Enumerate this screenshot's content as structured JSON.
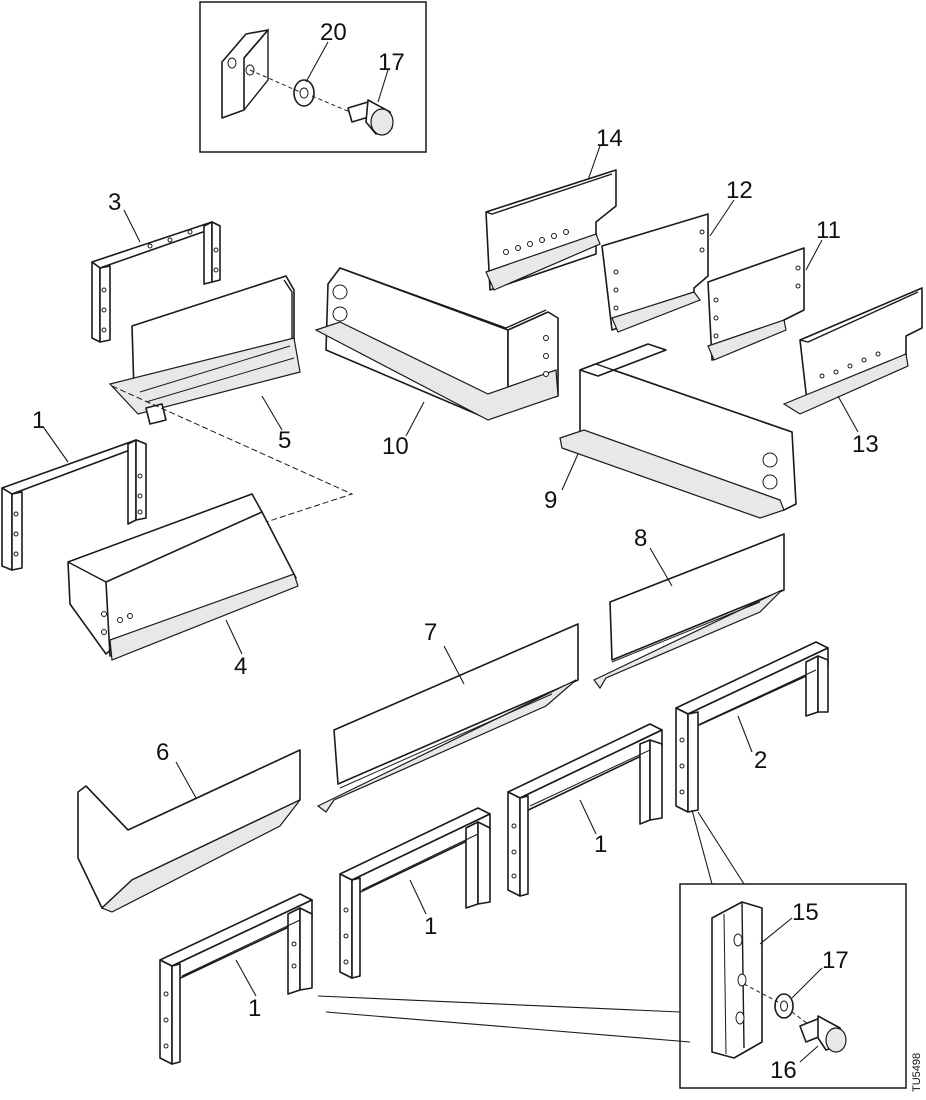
{
  "labels": {
    "p20": "20",
    "p17_top": "17",
    "p14": "14",
    "p3": "3",
    "p12": "12",
    "p11": "11",
    "p5": "5",
    "p10": "10",
    "p13": "13",
    "p1_a": "1",
    "p9": "9",
    "p8": "8",
    "p4": "4",
    "p7": "7",
    "p2": "2",
    "p6": "6",
    "p1_b": "1",
    "p1_c": "1",
    "p15": "15",
    "p1_d": "1",
    "p17_bottom": "17",
    "p16": "16"
  },
  "figure_code": "TU5498"
}
